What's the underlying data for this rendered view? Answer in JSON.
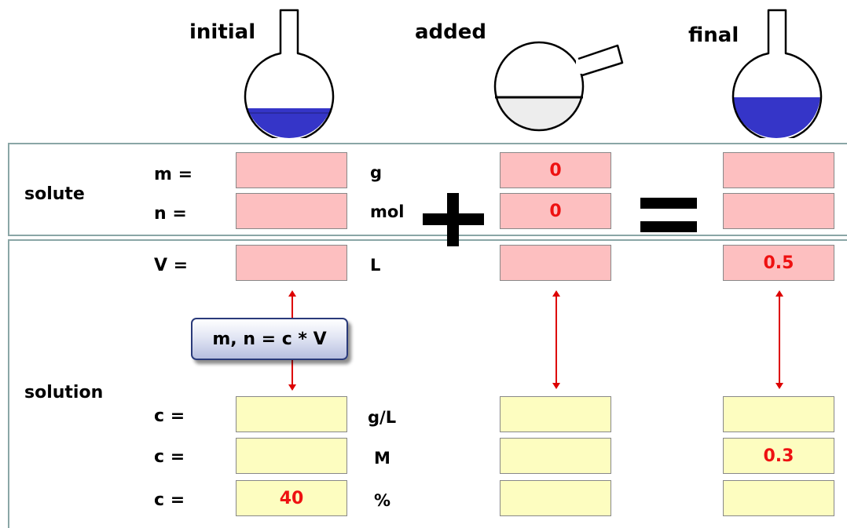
{
  "headers": {
    "initial": "initial",
    "added": "added",
    "final": "final"
  },
  "sections": {
    "solute": "solute",
    "solution": "solution"
  },
  "row_labels": {
    "m": "m =",
    "n": "n =",
    "V": "V =",
    "c1": "c =",
    "c2": "c =",
    "c3": "c ="
  },
  "units": {
    "m": "g",
    "n": "mol",
    "V": "L",
    "c1": "g/L",
    "c2": "M",
    "c3": "%"
  },
  "values": {
    "initial": {
      "m": "",
      "n": "",
      "V": "",
      "c1": "",
      "c2": "",
      "c3": "40"
    },
    "added": {
      "m": "0",
      "n": "0",
      "V": "",
      "c1": "",
      "c2": "",
      "c3": ""
    },
    "final": {
      "m": "",
      "n": "",
      "V": "0.5",
      "c1": "",
      "c2": "0.3",
      "c3": ""
    }
  },
  "formula": "m, n = c * V",
  "operators": {
    "plus": "plus-sign",
    "equals": "equals-sign"
  },
  "colors": {
    "field_pink": "#fdbfc0",
    "field_yellow": "#fdfdc0",
    "value_text": "#ee1111",
    "liquid": "#3535c8",
    "arrow": "#dd0000",
    "divider": "#8aa6a6"
  }
}
